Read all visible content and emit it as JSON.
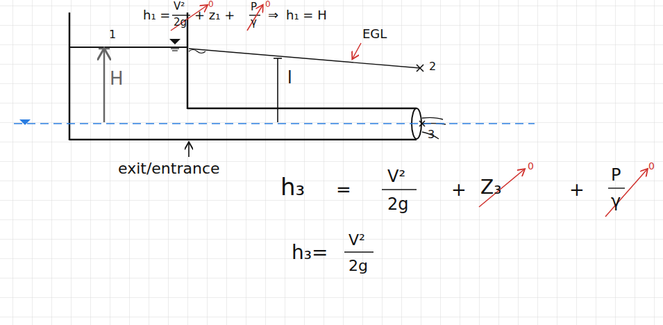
{
  "diagram": {
    "labels": [
      "h₁ =",
      "V²",
      "2g",
      "+ z₁ +",
      "P",
      "γ",
      "⇒",
      "h₁ = H",
      "0",
      "0",
      "EGL",
      "1",
      "H",
      "l",
      "2",
      "3",
      "exit/entrance",
      "h₃",
      "=",
      "V²",
      "2g",
      "+",
      "Z₃",
      "+",
      "P",
      "γ",
      "0",
      "0",
      "h₃=",
      "V²",
      "2g"
    ]
  }
}
